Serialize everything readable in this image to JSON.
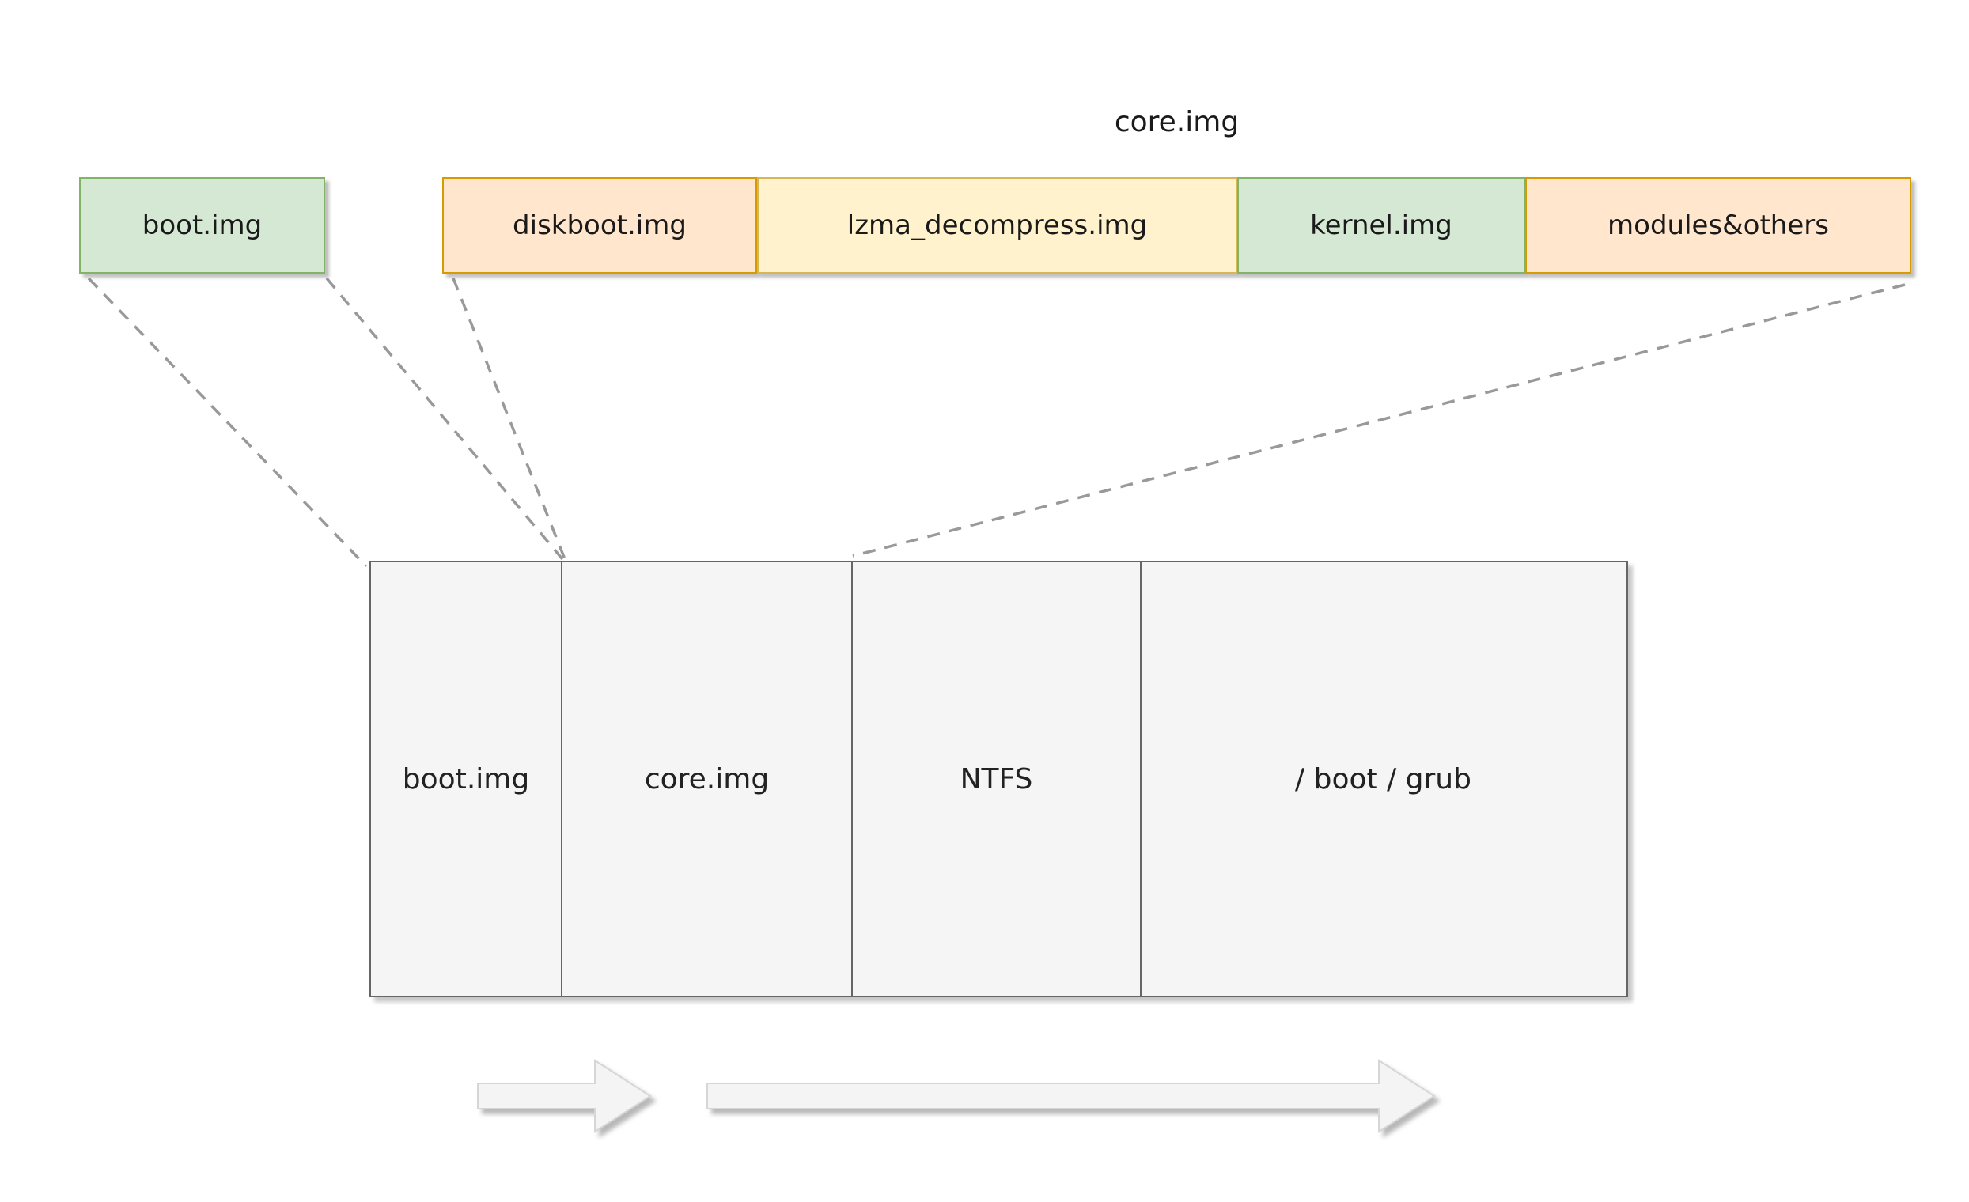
{
  "top": {
    "boot_img": {
      "label": "boot.img",
      "fill": "#d5e8d4",
      "stroke": "#82b366"
    },
    "core_img_group_label": "core.img",
    "segments": [
      {
        "label": "diskboot.img",
        "fill": "#ffe6cc",
        "stroke": "#d79b00"
      },
      {
        "label": "lzma_decompress.img",
        "fill": "#fff2cc",
        "stroke": "#d6b656"
      },
      {
        "label": "kernel.img",
        "fill": "#d5e8d4",
        "stroke": "#82b366"
      },
      {
        "label": "modules&others",
        "fill": "#ffe6cc",
        "stroke": "#d79b00"
      }
    ]
  },
  "disk": {
    "fill": "#f5f5f5",
    "stroke": "#666666",
    "sections": [
      {
        "label": "boot.img"
      },
      {
        "label": "core.img"
      },
      {
        "label": "NTFS"
      },
      {
        "label": "/ boot / grub"
      }
    ]
  },
  "connectors": {
    "color": "#999999",
    "style": "dashed",
    "count": 4
  },
  "arrows": {
    "fill": "#f4f4f4",
    "direction": "right",
    "count": 2
  }
}
